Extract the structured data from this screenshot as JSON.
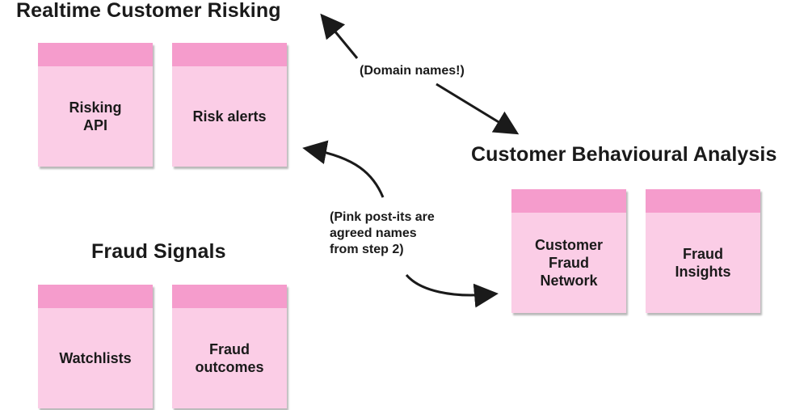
{
  "groups": {
    "realtime": {
      "title": "Realtime Customer Risking",
      "notes": [
        "Risking\nAPI",
        "Risk alerts"
      ]
    },
    "fraud_signals": {
      "title": "Fraud Signals",
      "notes": [
        "Watchlists",
        "Fraud\noutcomes"
      ]
    },
    "behavioural": {
      "title": "Customer Behavioural Analysis",
      "notes": [
        "Customer\nFraud\nNetwork",
        "Fraud\nInsights"
      ]
    }
  },
  "annotations": {
    "domain_names": "(Domain names!)",
    "pink_postits": "(Pink post-its are\nagreed names\nfrom step 2)"
  },
  "colors": {
    "note_body": "#fbcde6",
    "note_strip": "#f59ccc",
    "arrow": "#1a1a1a"
  }
}
